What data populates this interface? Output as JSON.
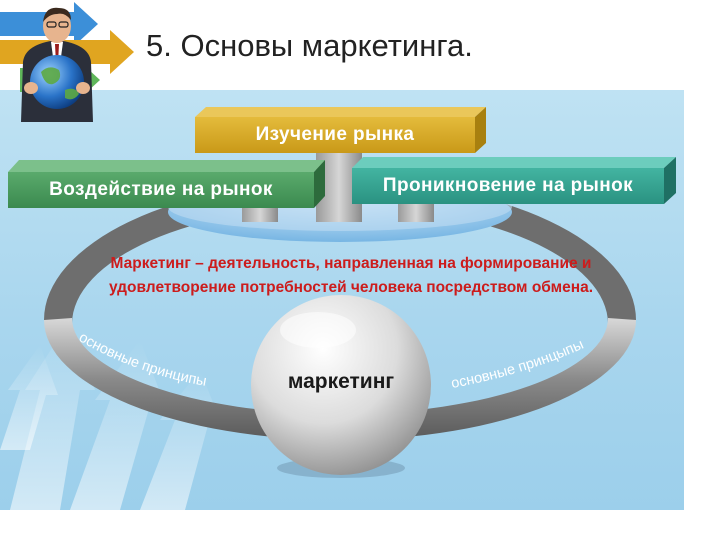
{
  "slide": {
    "title": "5. Основы маркетинга.",
    "boxes": {
      "top": "Изучение рынка",
      "left": "Воздействие на рынок",
      "right": "Проникновение на рынок"
    },
    "definition_line1": "Маркетинг – деятельность, направленная на формирование и",
    "definition_line2": "удовлетворение потребностей человека посредством обмена.",
    "ring_label_left": "основные принципы",
    "ring_label_right": "основные принцыпы",
    "center_label": "маркетинг"
  },
  "colors": {
    "panel": "#a9d6ee",
    "top_box": "#d6a824",
    "left_box": "#4a9a5e",
    "right_box": "#36a391",
    "definition_text": "#cc1c1c"
  },
  "icons": [
    "businessman-with-globe-image",
    "arrows-logo-icon"
  ]
}
